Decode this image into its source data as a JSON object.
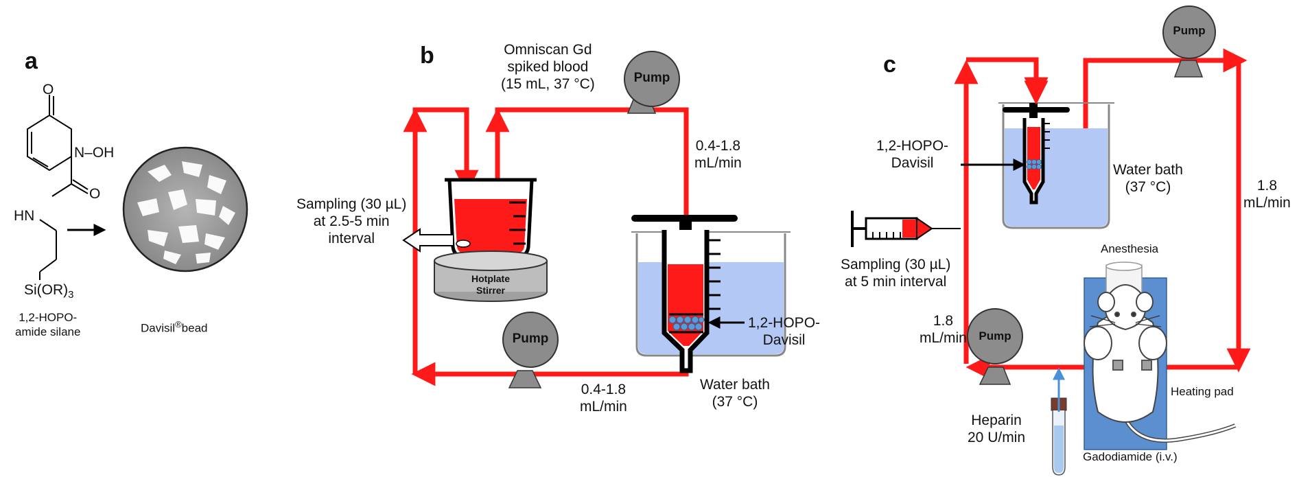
{
  "panels": {
    "a": "a",
    "b": "b",
    "c": "c"
  },
  "panel_a": {
    "chem_O": "O",
    "chem_NOH": "N–OH",
    "chem_O2": "O",
    "chem_HN": "HN",
    "chem_Si": "Si(OR)",
    "chem_Si_sub": "3",
    "compound_label": "1,2-HOPO-\namide silane",
    "bead_label": "Davisil",
    "bead_label_sup": "®",
    "bead_label_tail": "bead"
  },
  "panel_b": {
    "pump_top": "Pump",
    "pump_bottom": "Pump",
    "blood_label": "Omniscan Gd\nspiked blood\n(15 mL, 37 °C)",
    "flow_top": "0.4-1.8\nmL/min",
    "flow_bottom": "0.4-1.8\nmL/min",
    "sampling": "Sampling (30 µL)\nat 2.5-5 min\ninterval",
    "stirrer": "Hotplate\nStirrer",
    "hopo": "1,2-HOPO-\nDavisil",
    "water_bath": "Water bath\n(37 °C)"
  },
  "panel_c": {
    "pump_top": "Pump",
    "pump_bottom": "Pump",
    "hopo": "1,2-HOPO-\nDavisil",
    "water_bath": "Water bath\n(37 °C)",
    "flow_right": "1.8\nmL/min",
    "flow_left": "1.8\nmL/min",
    "sampling": "Sampling (30 µL)\nat 5 min interval",
    "anesthesia": "Anesthesia",
    "heating_pad": "Heating pad",
    "heparin": "Heparin\n20 U/min",
    "gadodiamide": "Gadodiamide (i.v.)"
  },
  "colors": {
    "tube": "#ff1a1a",
    "water": "#b4c8f5",
    "pump": "#8c8c8c",
    "beads": "#5b9bd5",
    "pad": "#5b8fd0"
  }
}
